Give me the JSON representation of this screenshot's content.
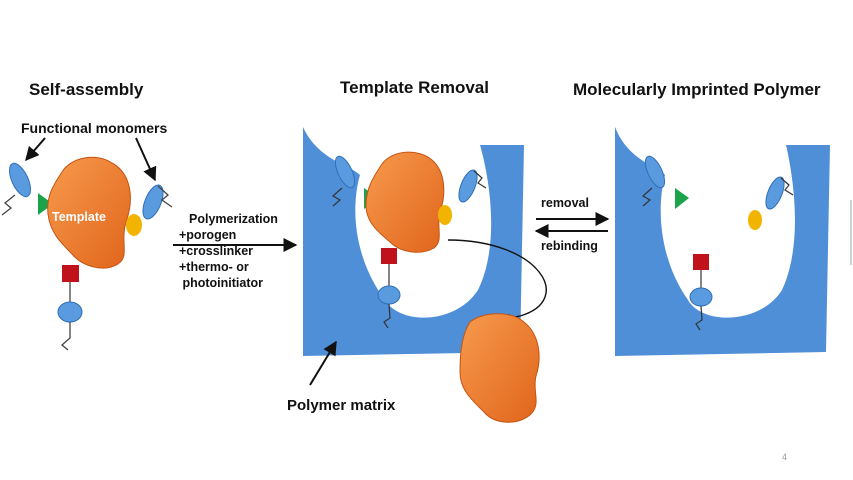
{
  "headings": {
    "self_assembly": "Self-assembly",
    "template_removal": "Template Removal",
    "mip": "Molecularly Imprinted Polymer"
  },
  "labels": {
    "functional_monomers": "Functional monomers",
    "template": "Template",
    "polymer_matrix": "Polymer matrix",
    "removal": "removal",
    "rebinding": "rebinding"
  },
  "reaction": {
    "steps": [
      "Polymerization",
      "+porogen",
      "+crosslinker",
      "+thermo- or",
      " photoinitiator"
    ]
  },
  "page_number": "4",
  "colors": {
    "polymer": "#4f8fd8",
    "template": "#f07a2a",
    "triangle": "#1aa34a",
    "circle": "#f2b400",
    "square": "#c0121b",
    "ellipse": "#5a9be0"
  }
}
